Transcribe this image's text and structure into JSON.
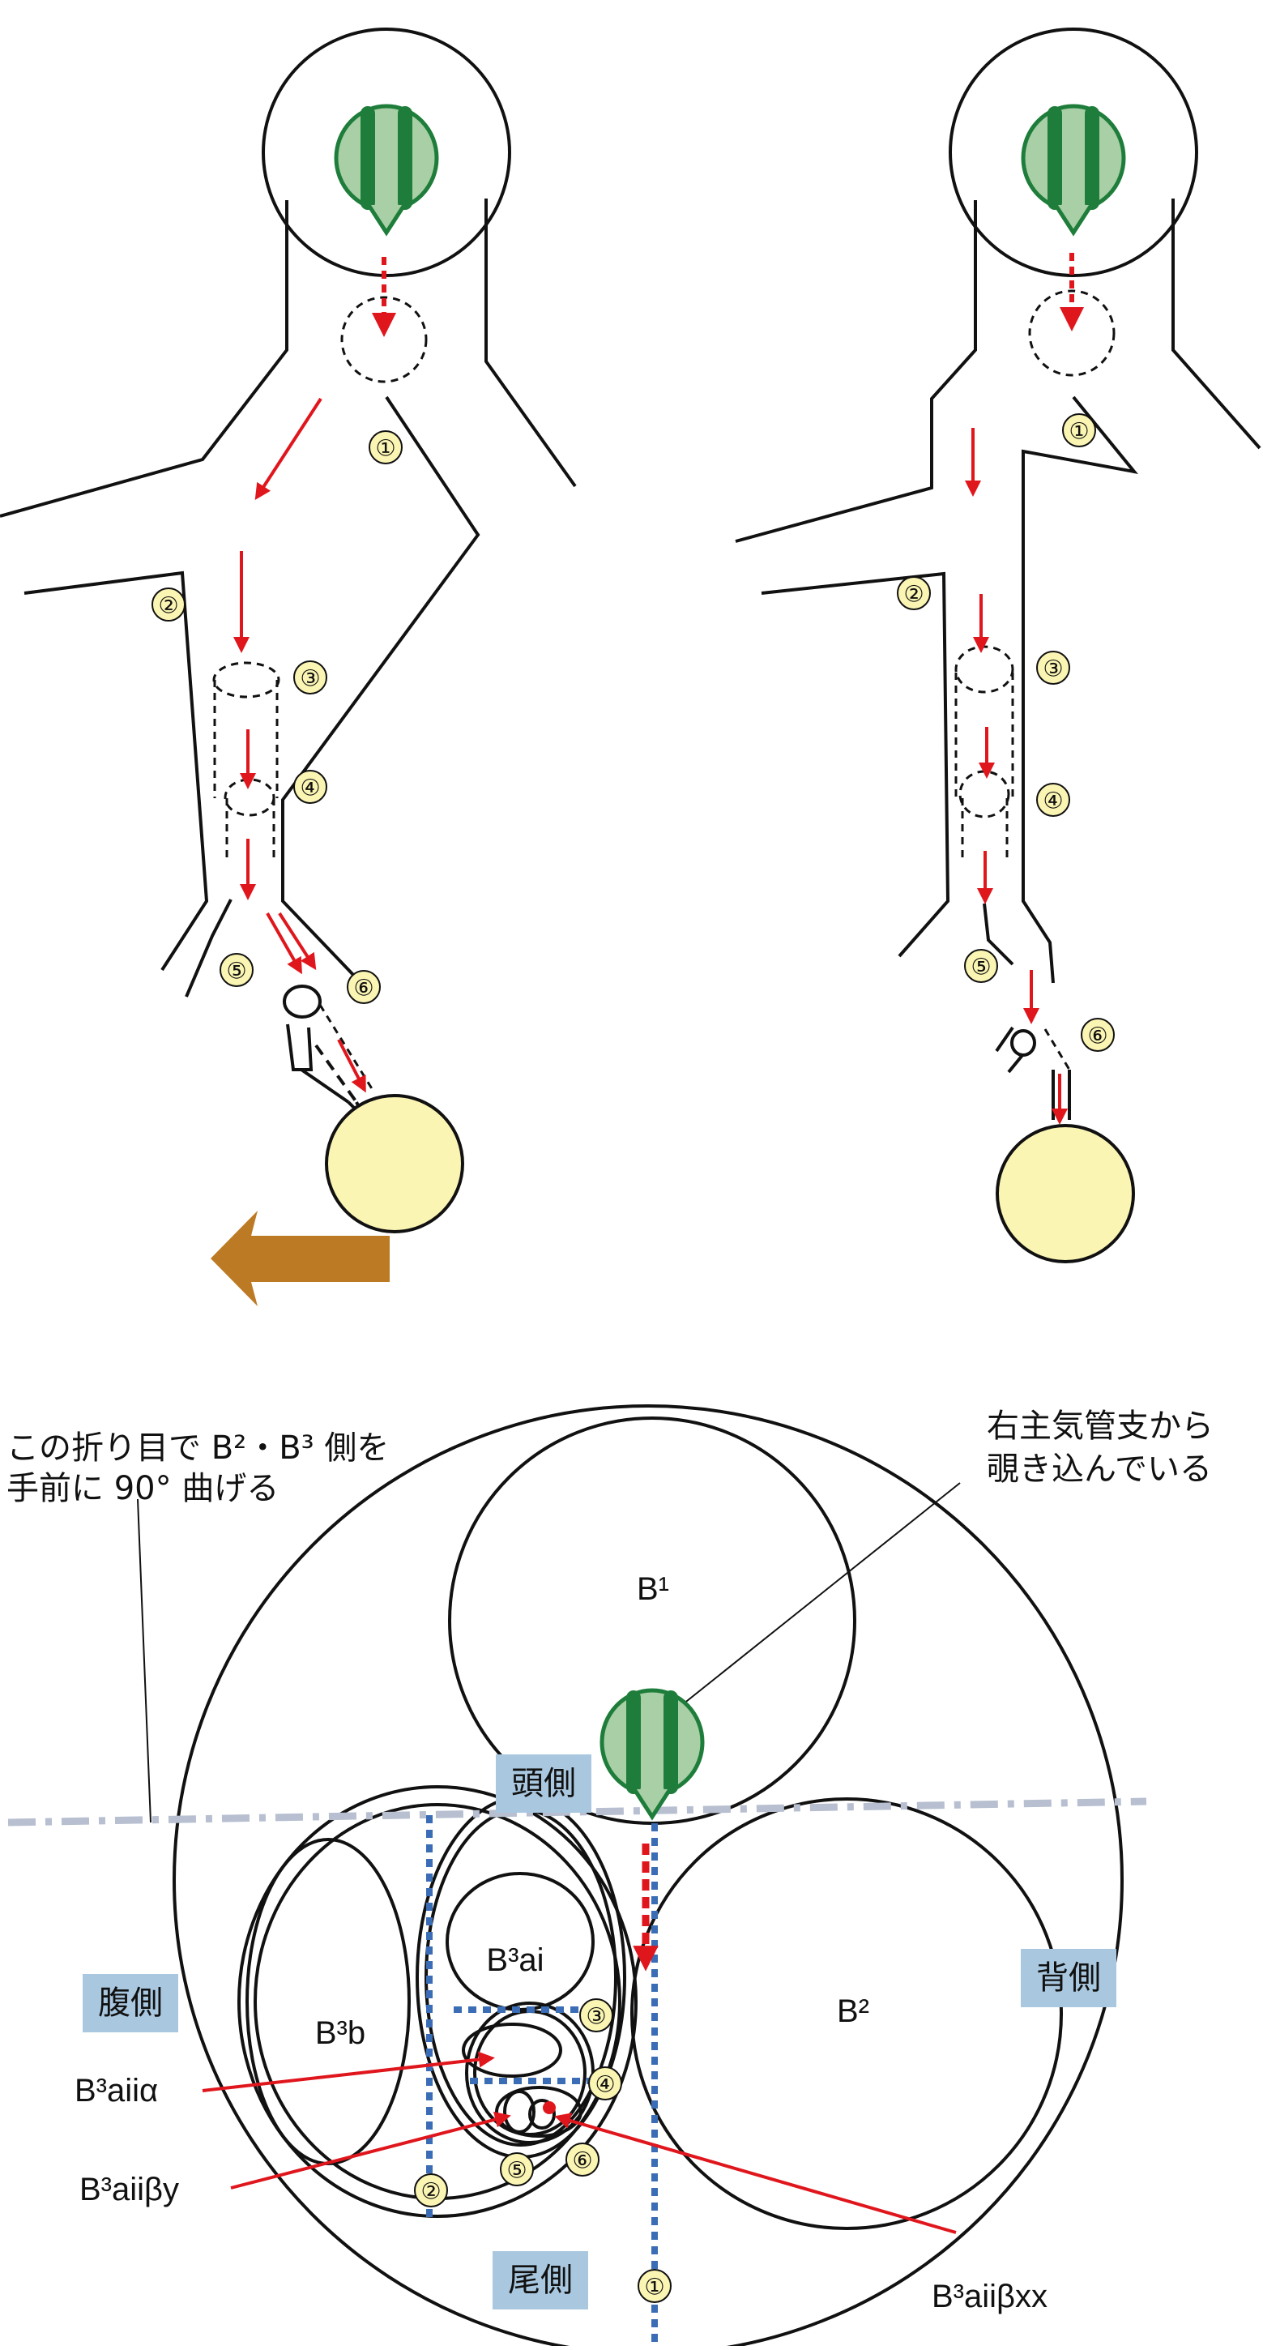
{
  "labels": {
    "fold_note_line1": "この折り目で B²・B³ 側を",
    "fold_note_line2": "手前に 90° 曲げる",
    "view_note_line1": "右主気管支から",
    "view_note_line2": "覗き込んでいる",
    "b1": "B¹",
    "b2": "B²",
    "b3b": "B³b",
    "b3ai": "B³ai",
    "b3aii_alpha": "B³aiiα",
    "b3aii_beta_y": "B³aiiβy",
    "b3aii_beta_xx": "B³aiiβxx",
    "cranial": "頭側",
    "ventral": "腹側",
    "dorsal": "背側",
    "caudal": "尾側"
  },
  "markers": {
    "m1": "①",
    "m2": "②",
    "m3": "③",
    "m4": "④",
    "m5": "⑤",
    "m6": "⑥"
  },
  "colors": {
    "line": "#111111",
    "arrow_red": "#e0161d",
    "blue_dots": "#3a6db5",
    "fold_line": "#b7bfd0",
    "scope_green": "#1e7d3a",
    "scope_light": "#a8cfa6",
    "marker_fill": "#fbf5b4",
    "lung_fill": "#fbf5b4",
    "label_box": "#a9c8e0",
    "brown_arrow": "#bd7a24"
  }
}
